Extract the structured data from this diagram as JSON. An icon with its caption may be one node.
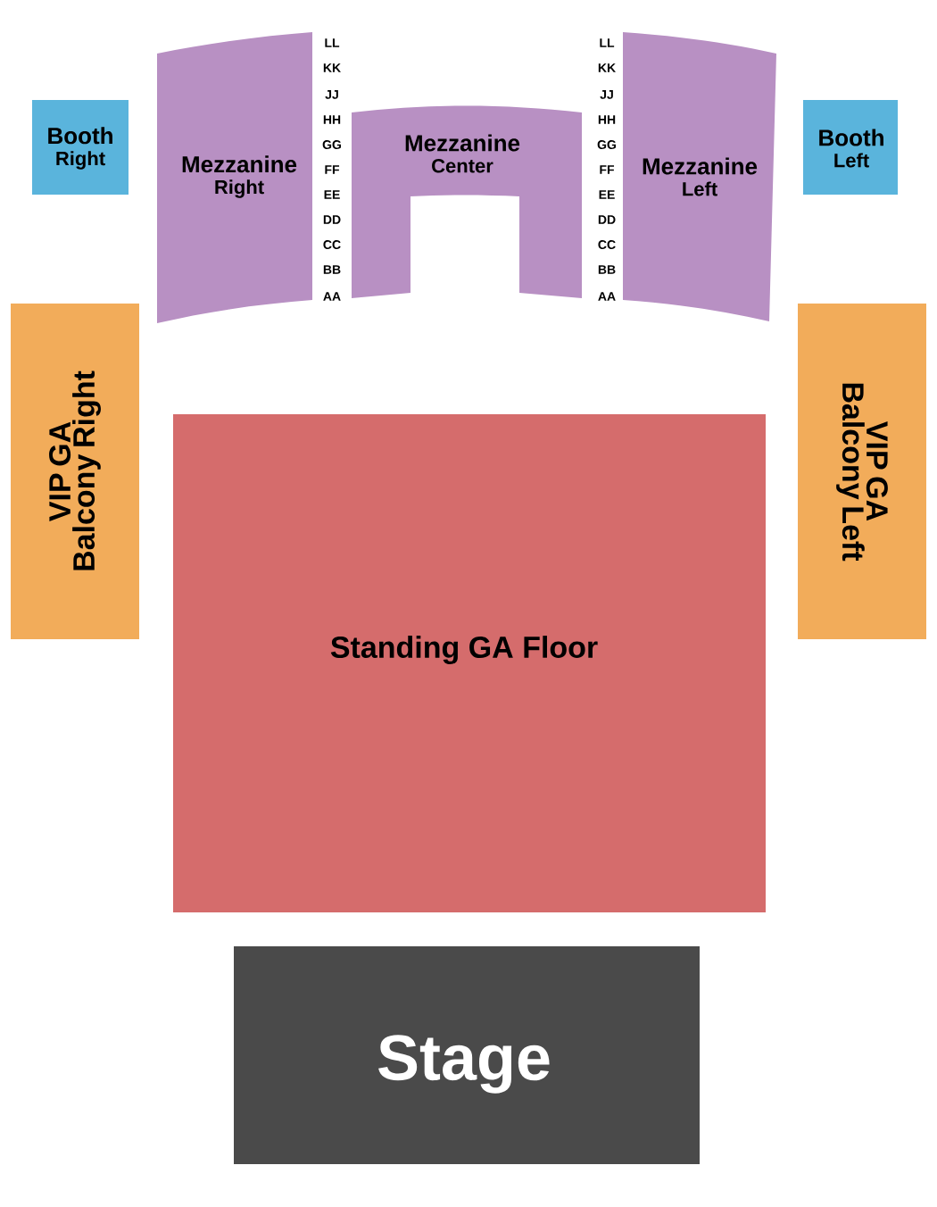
{
  "diagram": {
    "nodes": [
      {
        "text": [
          "Booth",
          "Right"
        ]
      },
      {
        "text": [
          "Mezzanine",
          "Right"
        ]
      },
      {
        "text": [
          "Mezzanine",
          "Center"
        ]
      },
      {
        "text": [
          "Mezzanine",
          "Left"
        ]
      },
      {
        "text": [
          "Booth",
          "Left"
        ]
      },
      {
        "text": [
          "VIP GA Balcony Right"
        ]
      },
      {
        "text": [
          "VIP GA Balcony Left"
        ]
      },
      {
        "text": [
          "Standing GA Floor"
        ]
      },
      {
        "text": [
          "Stage"
        ]
      }
    ],
    "labels": [
      "LL",
      "KK",
      "JJ",
      "HH",
      "GG",
      "FF",
      "EE",
      "DD",
      "CC",
      "BB",
      "AA",
      "LL",
      "KK",
      "JJ",
      "HH",
      "GG",
      "FF",
      "EE",
      "DD",
      "CC",
      "BB",
      "AA"
    ]
  }
}
